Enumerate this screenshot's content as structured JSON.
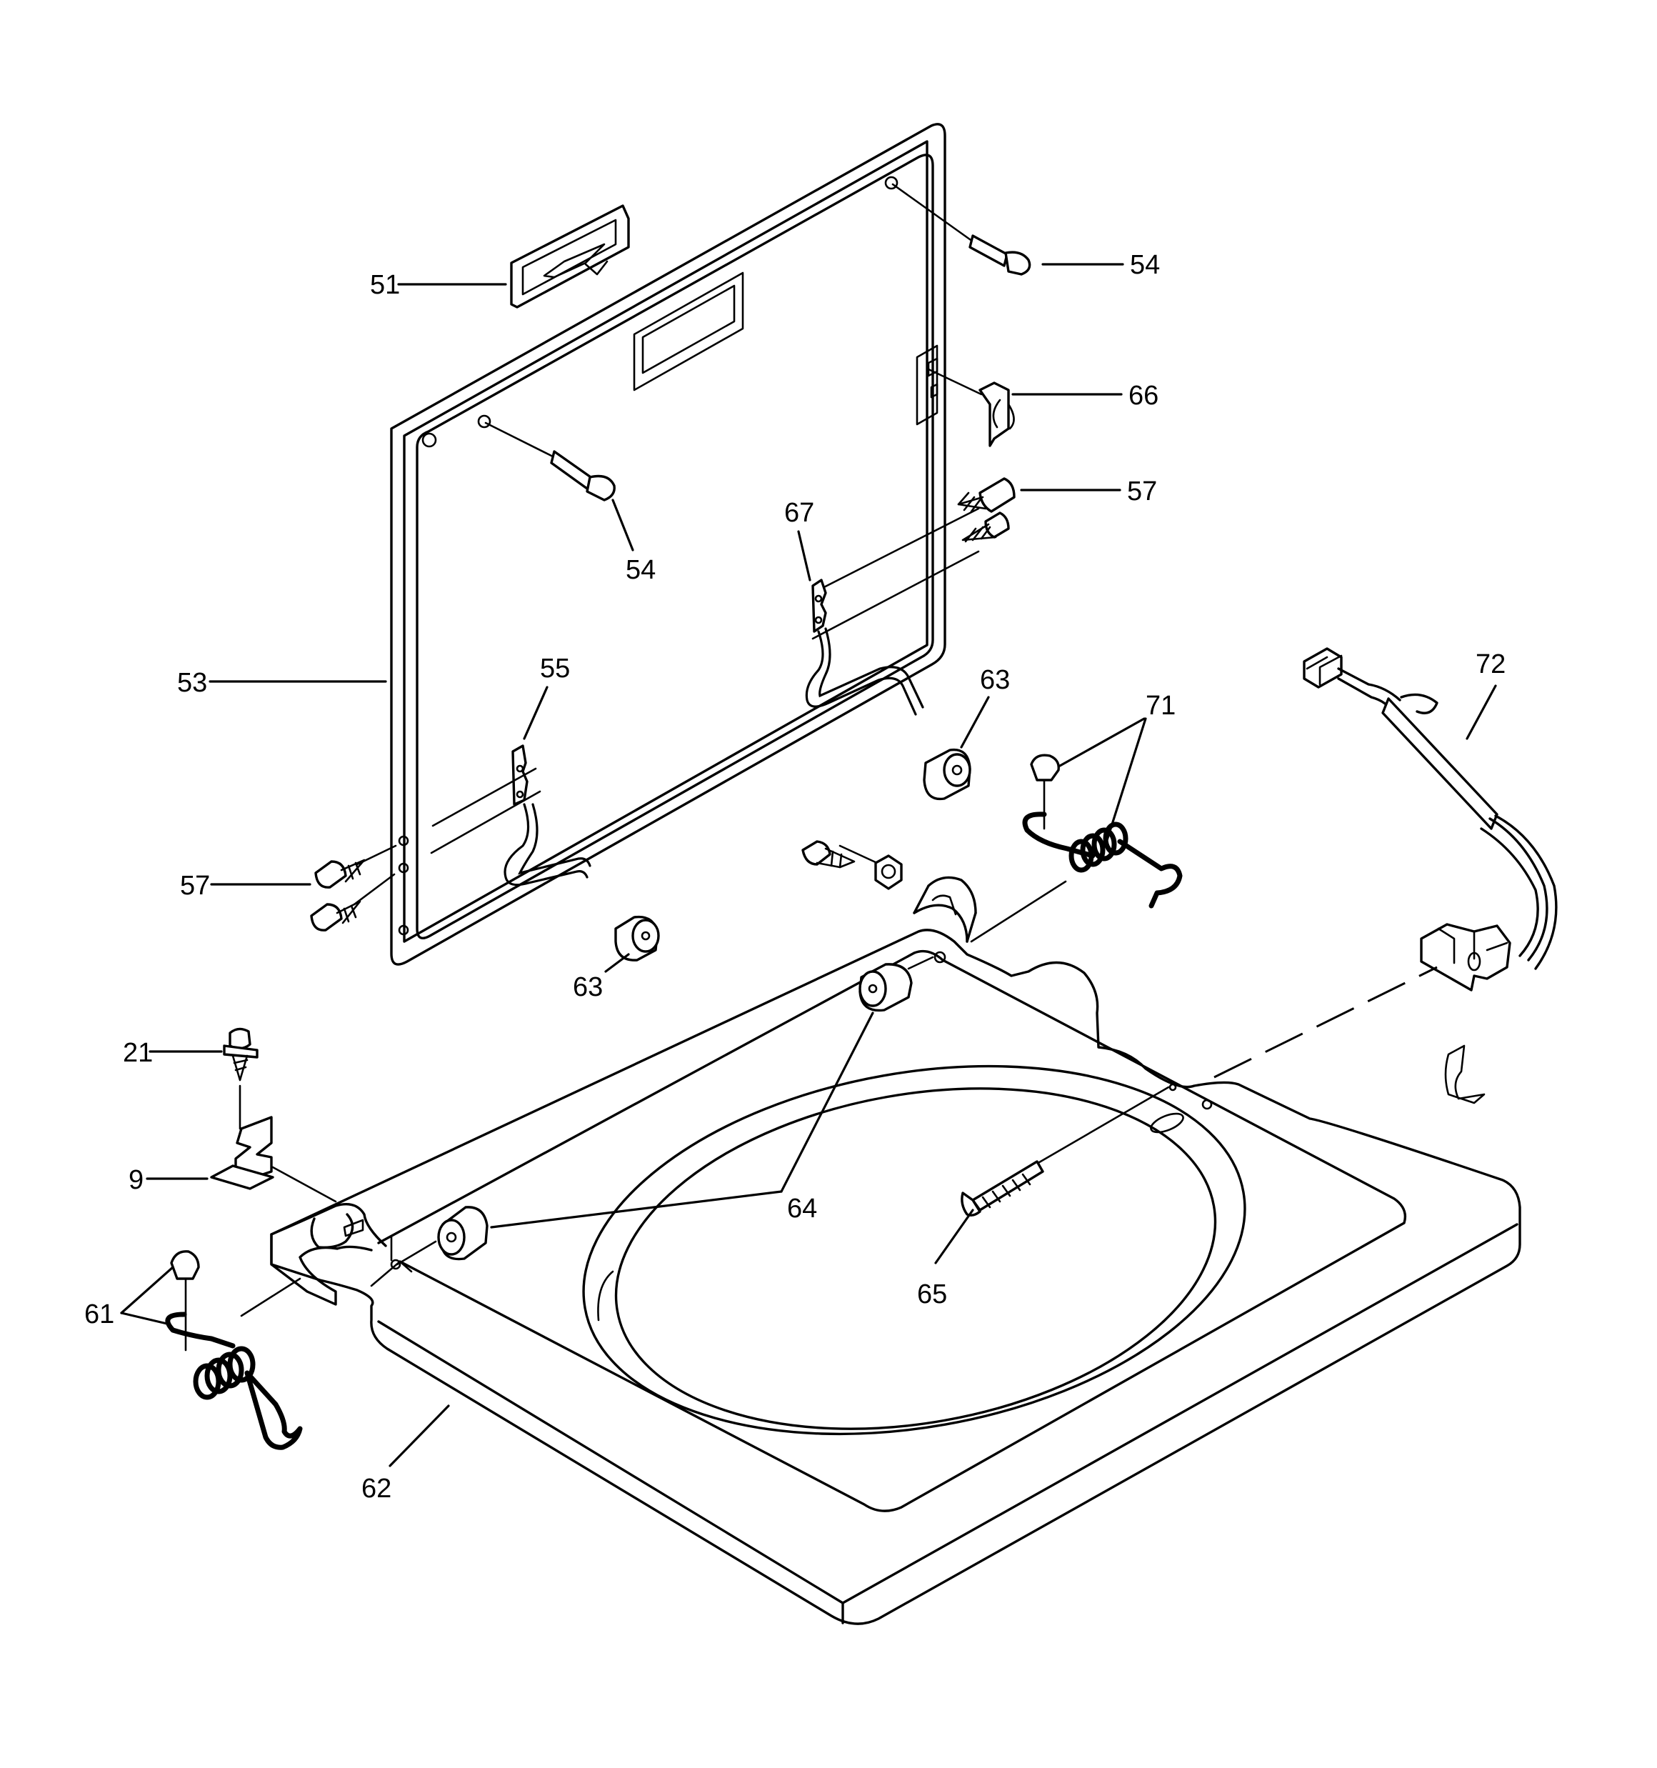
{
  "callouts": {
    "c51": "51",
    "c54a": "54",
    "c66": "66",
    "c57a": "57",
    "c54b": "54",
    "c67": "67",
    "c53": "53",
    "c55": "55",
    "c63a": "63",
    "c71": "71",
    "c72": "72",
    "c57b": "57",
    "c63b": "63",
    "c21": "21",
    "c9": "9",
    "c64": "64",
    "c65": "65",
    "c61": "61",
    "c62": "62"
  }
}
